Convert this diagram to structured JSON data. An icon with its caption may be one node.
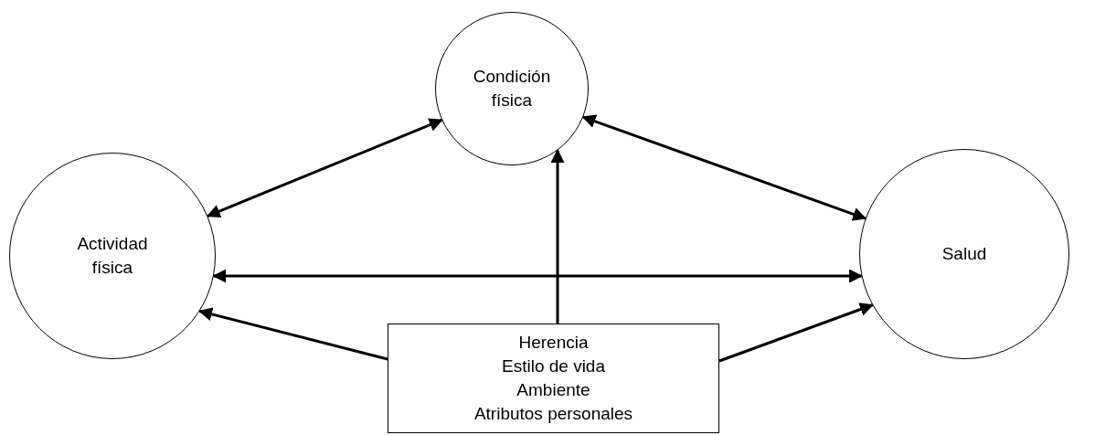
{
  "diagram": {
    "nodes": [
      {
        "text": [
          "Condición física"
        ]
      },
      {
        "text": [
          "Actividad física"
        ]
      },
      {
        "text": [
          "Salud"
        ]
      },
      {
        "text": [
          "Herencia",
          "Estilo de vida",
          "Ambiente",
          "Atributos personales"
        ]
      }
    ],
    "edges": [
      {
        "from": 1,
        "to": 0,
        "arrow": "both"
      },
      {
        "from": 0,
        "to": 2,
        "arrow": "both"
      },
      {
        "from": 1,
        "to": 2,
        "arrow": "both"
      },
      {
        "from": 3,
        "to": 0,
        "arrow": "to"
      },
      {
        "from": 3,
        "to": 1,
        "arrow": "to"
      },
      {
        "from": 3,
        "to": 2,
        "arrow": "to"
      }
    ]
  }
}
